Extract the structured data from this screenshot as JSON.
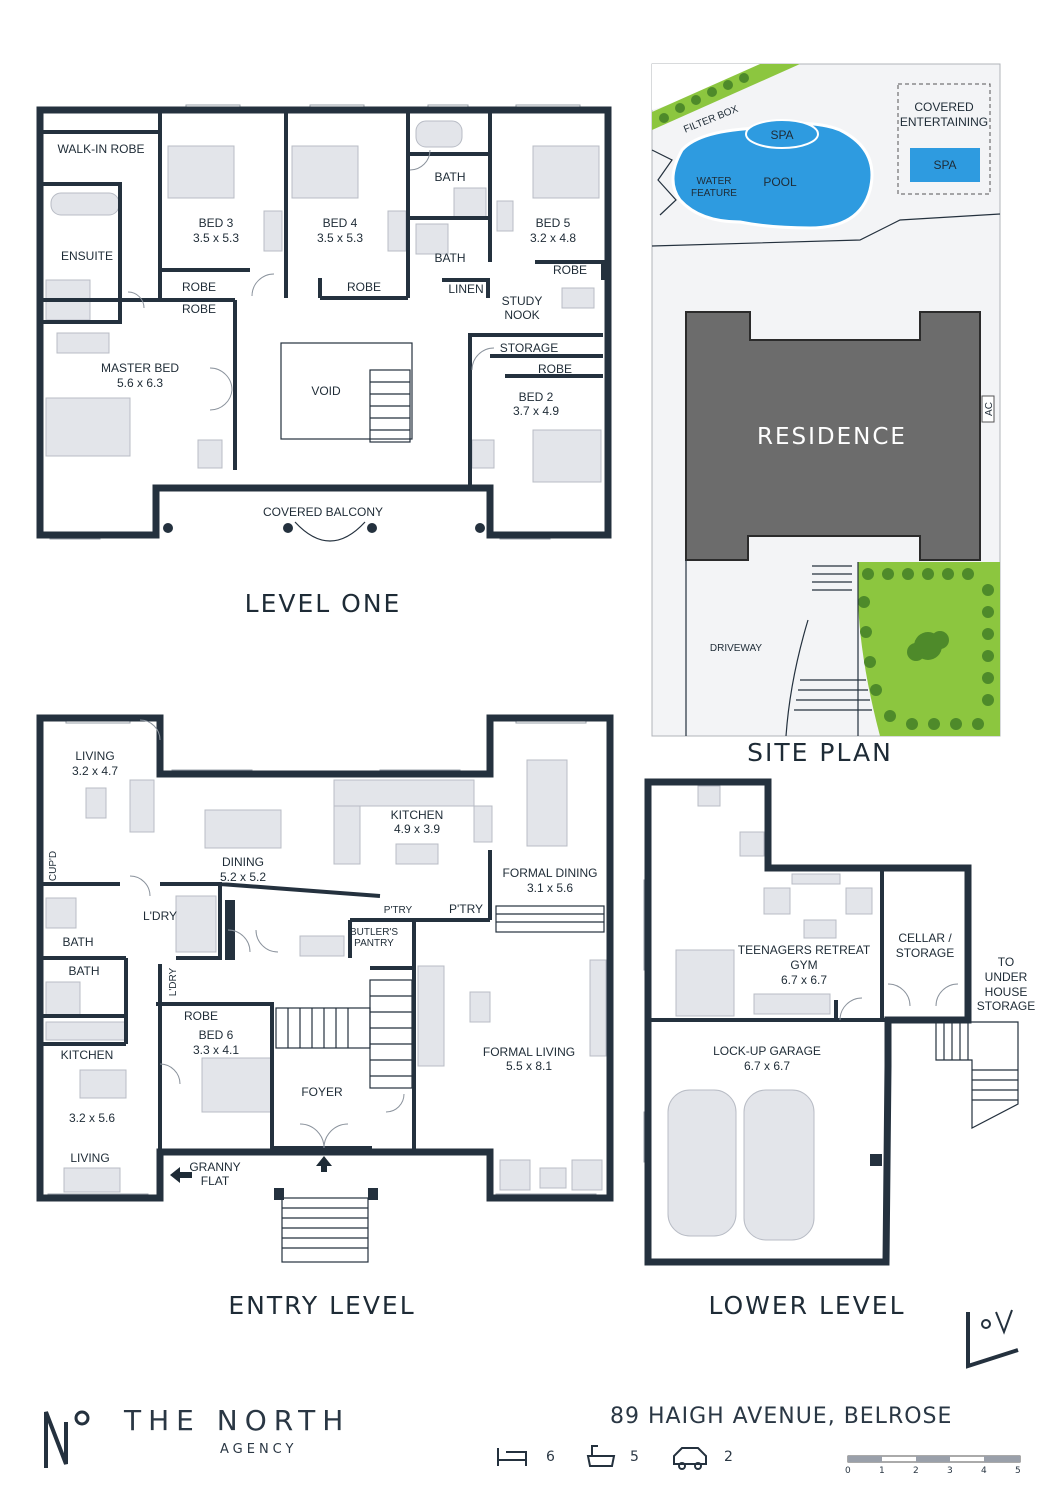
{
  "titles": {
    "level_one": "LEVEL ONE",
    "site_plan": "SITE PLAN",
    "entry_level": "ENTRY LEVEL",
    "lower_level": "LOWER LEVEL"
  },
  "level_one": {
    "walk_in_robe": "WALK-IN ROBE",
    "ensuite": "ENSUITE",
    "bed3": {
      "name": "BED 3",
      "size": "3.5 x 5.3"
    },
    "bed4": {
      "name": "BED 4",
      "size": "3.5 x 5.3"
    },
    "bed5": {
      "name": "BED 5",
      "size": "3.2 x 4.8"
    },
    "bed2": {
      "name": "BED 2",
      "size": "3.7 x 4.9"
    },
    "master": {
      "name": "MASTER BED",
      "size": "5.6 x 6.3"
    },
    "bath": "BATH",
    "robe": "ROBE",
    "linen": "LINEN",
    "study_nook_1": "STUDY",
    "study_nook_2": "NOOK",
    "storage": "STORAGE",
    "void": "VOID",
    "covered_balcony": "COVERED BALCONY"
  },
  "site": {
    "filter_box": "FILTER BOX",
    "spa": "SPA",
    "pool": "POOL",
    "water_feature_1": "WATER",
    "water_feature_2": "FEATURE",
    "covered_1": "COVERED",
    "covered_2": "ENTERTAINING",
    "residence": "RESIDENCE",
    "ac": "AC",
    "driveway": "DRIVEWAY"
  },
  "entry": {
    "living": {
      "name": "LIVING",
      "size": "3.2 x 4.7"
    },
    "kitchen": {
      "name": "KITCHEN",
      "size": "4.9 x 3.9"
    },
    "dining": {
      "name": "DINING",
      "size": "5.2 x 5.2"
    },
    "formal_dining": {
      "name": "FORMAL DINING",
      "size": "3.1 x 5.6"
    },
    "formal_living": {
      "name": "FORMAL LIVING",
      "size": "5.5 x 8.1"
    },
    "bed6": {
      "name": "BED 6",
      "size": "3.3 x 4.1"
    },
    "cupd": "CUP'D",
    "ldry": "L'DRY",
    "bath": "BATH",
    "ptry": "P'TRY",
    "butlers_1": "BUTLER'S",
    "butlers_2": "PANTRY",
    "robe": "ROBE",
    "foyer": "FOYER",
    "granny_1": "GRANNY",
    "granny_2": "FLAT",
    "gf_kitchen": "KITCHEN",
    "gf_size": "3.2 x 5.6",
    "gf_living": "LIVING"
  },
  "lower": {
    "retreat_1": "TEENAGERS RETREAT",
    "retreat_2": "GYM",
    "retreat_size": "6.7 x 6.7",
    "cellar_1": "CELLAR /",
    "cellar_2": "STORAGE",
    "under_1": "TO",
    "under_2": "UNDER",
    "under_3": "HOUSE",
    "under_4": "STORAGE",
    "garage": {
      "name": "LOCK-UP GARAGE",
      "size": "6.7 x 6.7"
    }
  },
  "footer": {
    "brand_name": "THE NORTH",
    "brand_sub": "AGENCY",
    "address": "89 HAIGH AVENUE, BELROSE",
    "beds": "6",
    "baths": "5",
    "cars": "2",
    "scale": [
      "0",
      "1",
      "2",
      "3",
      "4",
      "5"
    ]
  }
}
